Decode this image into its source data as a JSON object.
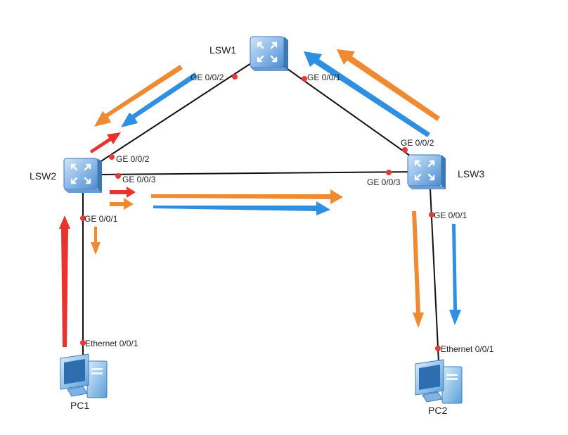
{
  "devices": {
    "lsw1": {
      "label": "LSW1",
      "icon": "switch-icon"
    },
    "lsw2": {
      "label": "LSW2",
      "icon": "switch-icon"
    },
    "lsw3": {
      "label": "LSW3",
      "icon": "switch-icon"
    },
    "pc1": {
      "label": "PC1",
      "icon": "pc-icon"
    },
    "pc2": {
      "label": "PC2",
      "icon": "pc-icon"
    }
  },
  "ports": {
    "lsw1_ge002": "GE 0/0/2",
    "lsw1_ge001": "GE 0/0/1",
    "lsw2_ge002": "GE 0/0/2",
    "lsw2_ge003": "GE 0/0/3",
    "lsw2_ge001": "GE 0/0/1",
    "lsw3_ge002": "GE 0/0/2",
    "lsw3_ge003": "GE 0/0/3",
    "lsw3_ge001": "GE 0/0/1",
    "pc1_eth001": "Ethernet 0/0/1",
    "pc2_eth001": "Ethernet 0/0/1"
  },
  "colors": {
    "link": "#111111",
    "port_dot": "#e83a3a",
    "arrow_red": "#e8342f",
    "arrow_orange": "#ef8a32",
    "arrow_blue": "#2f8fe0",
    "switch_body": "#5a9bd8"
  }
}
